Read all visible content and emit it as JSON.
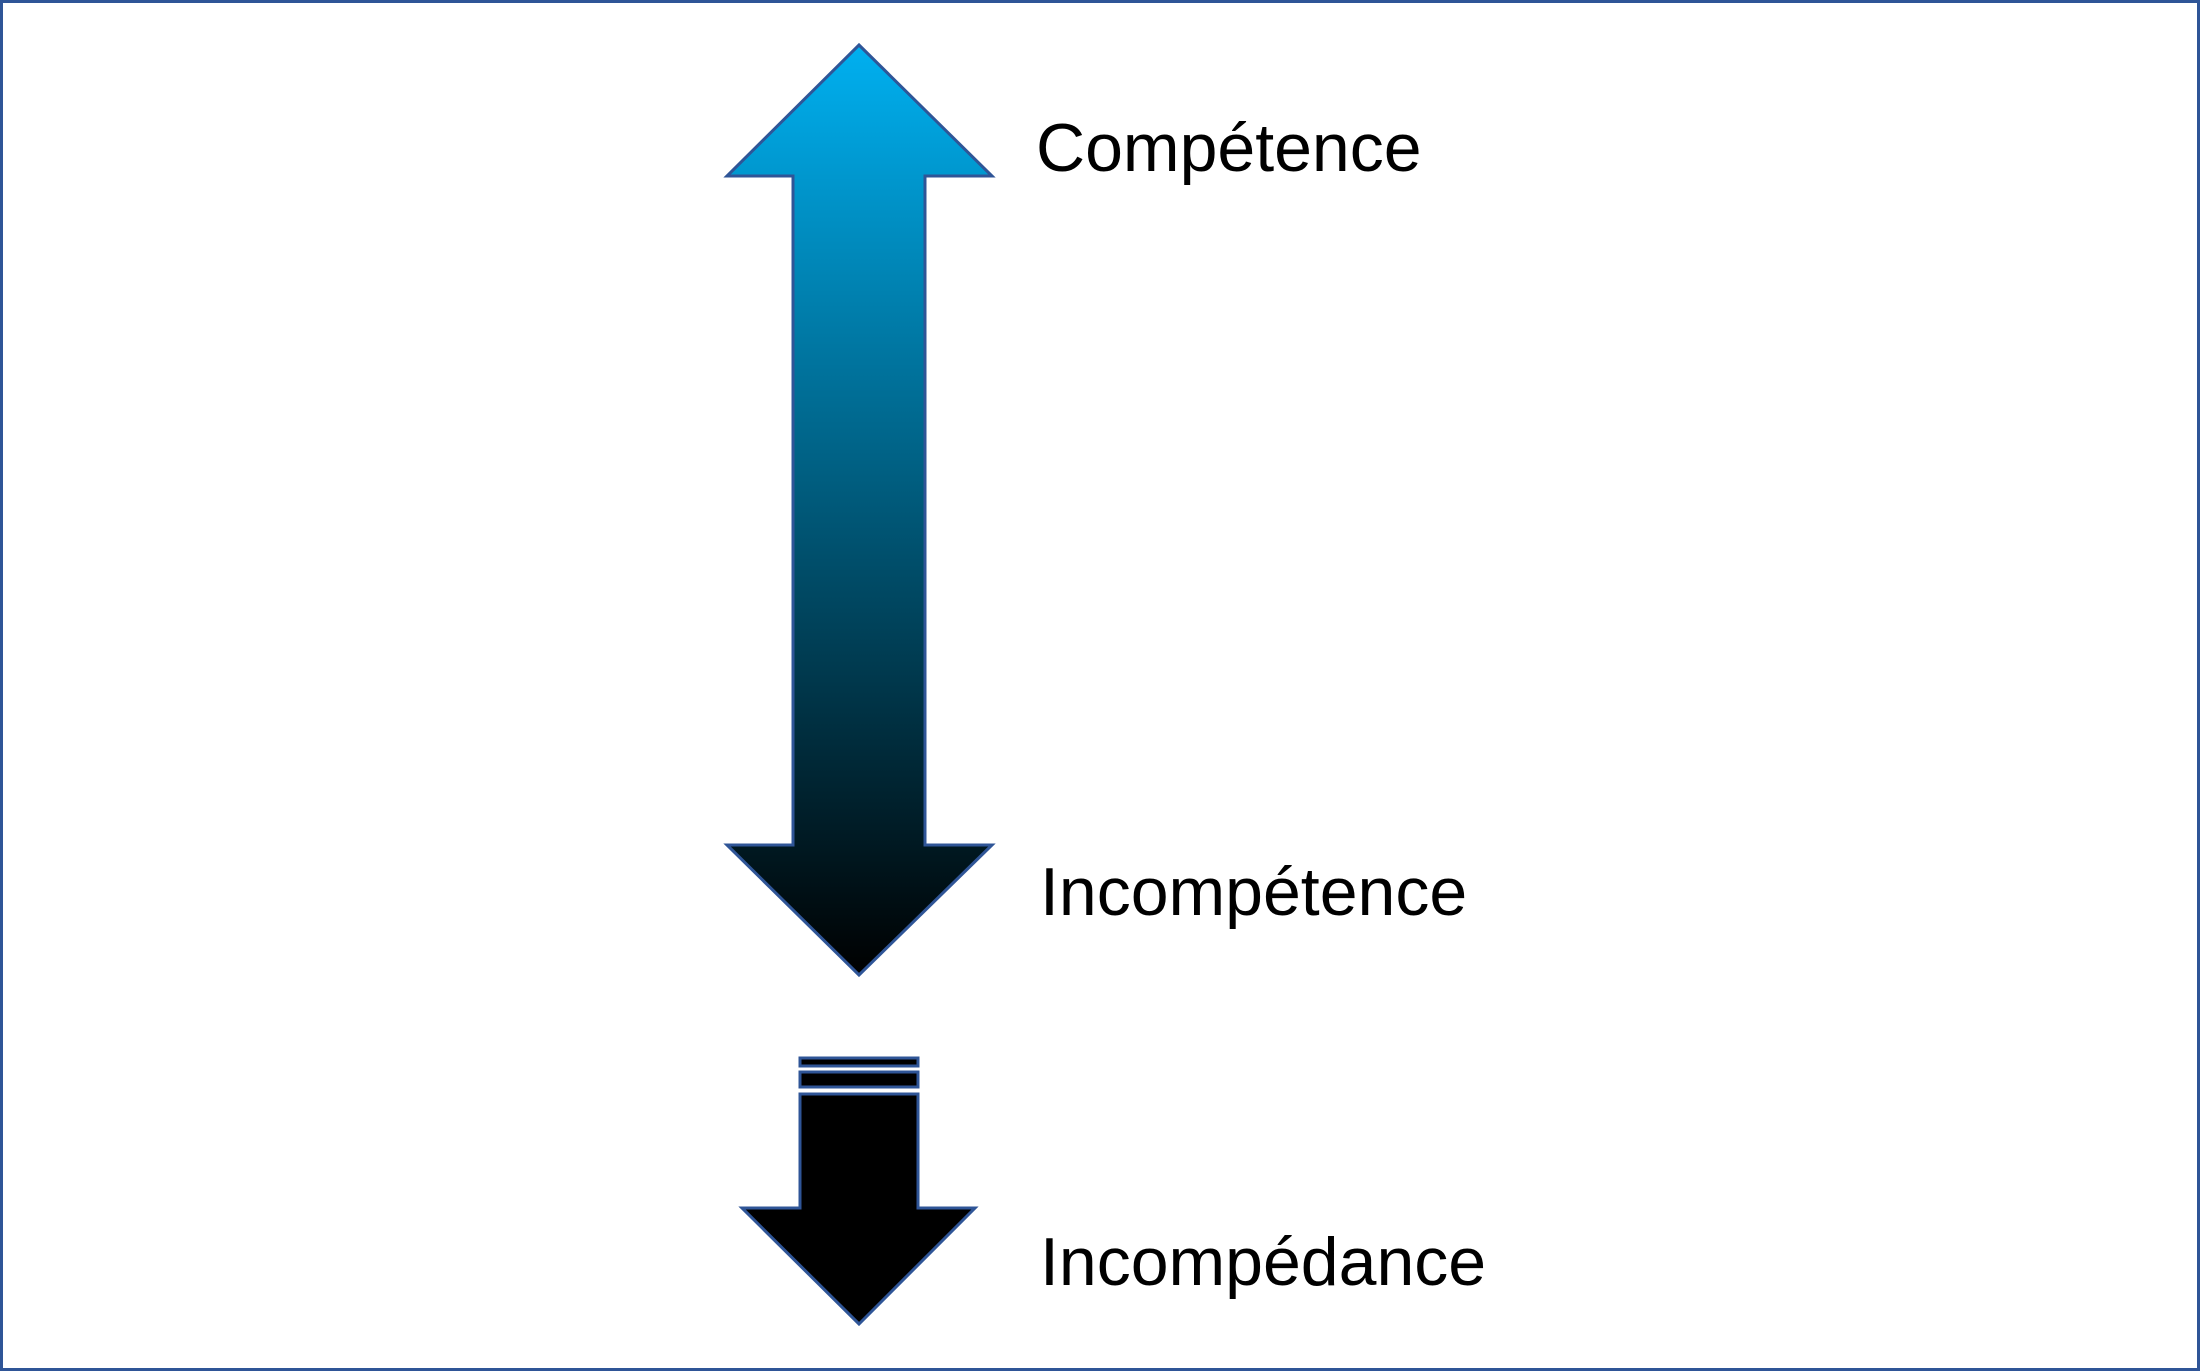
{
  "labels": {
    "top": "Compétence",
    "middle": "Incompétence",
    "bottom": "Incompédance"
  },
  "colors": {
    "border": "#2f5597",
    "gradient_top": "#00b0f0",
    "gradient_bottom": "#000000",
    "bottom_arrow_fill": "#000000",
    "outline": "#2f5597"
  }
}
